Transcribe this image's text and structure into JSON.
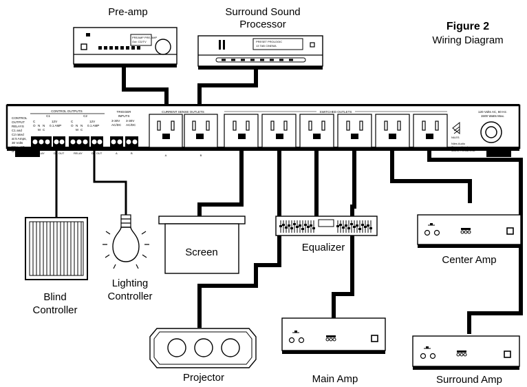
{
  "figure": {
    "number": "Figure 2",
    "title": "Wiring Diagram"
  },
  "devices": {
    "preamp": "Pre-amp",
    "surround_processor": [
      "Surround Sound",
      "Processor"
    ],
    "screen": "Screen",
    "equalizer": "Equalizer",
    "center_amp": "Center Amp",
    "blind_controller": [
      "Blind",
      "Controller"
    ],
    "lighting_controller": [
      "Lighting",
      "Controller"
    ],
    "projector": "Projector",
    "main_amp": "Main Amp",
    "surround_amp": "Surround Amp"
  },
  "panel": {
    "control_outputs": "CONTROL OUTPUTS",
    "relay_note": [
      "CONTROL",
      "OUTPUT",
      "RELAYS",
      "C1 and",
      "C2 rated",
      "at 5 Amps,",
      "30 Volts",
      "Max., AC",
      "or DC."
    ],
    "relay_cols": [
      "N",
      "O",
      "C",
      "N",
      "M",
      "C"
    ],
    "voltage": [
      "12V",
      "0.1 AMP"
    ],
    "relay": "RELAY",
    "dc_out": "DC OUT",
    "c1": "C1",
    "c2": "C2",
    "trigger_inputs": [
      "TRIGGER",
      "INPUTS"
    ],
    "trigger_range": [
      "3-30V",
      "AC/DC"
    ],
    "trigger_a": "A",
    "trigger_b": "B",
    "current_sense_outlets": "CURRENT SENSE OUTLETS",
    "outlet_a": "A",
    "outlet_b": "B",
    "switched_outlets": "SWITCHED OUTLETS",
    "power_rating": [
      "120 Volts AC, 60 Hz.",
      "1500 Watts Max."
    ],
    "brand": "NILES",
    "maker": [
      "Niles Audio",
      "Corporation, Inc.",
      "Miami, Florida USA"
    ]
  },
  "equipment_text": {
    "preamp_display": [
      "PREAMP PRE-AMP",
      "Out: CD/TV"
    ],
    "processor_display": [
      "PRESET PROLOGIC",
      "13  TAB  CINEMA"
    ]
  }
}
